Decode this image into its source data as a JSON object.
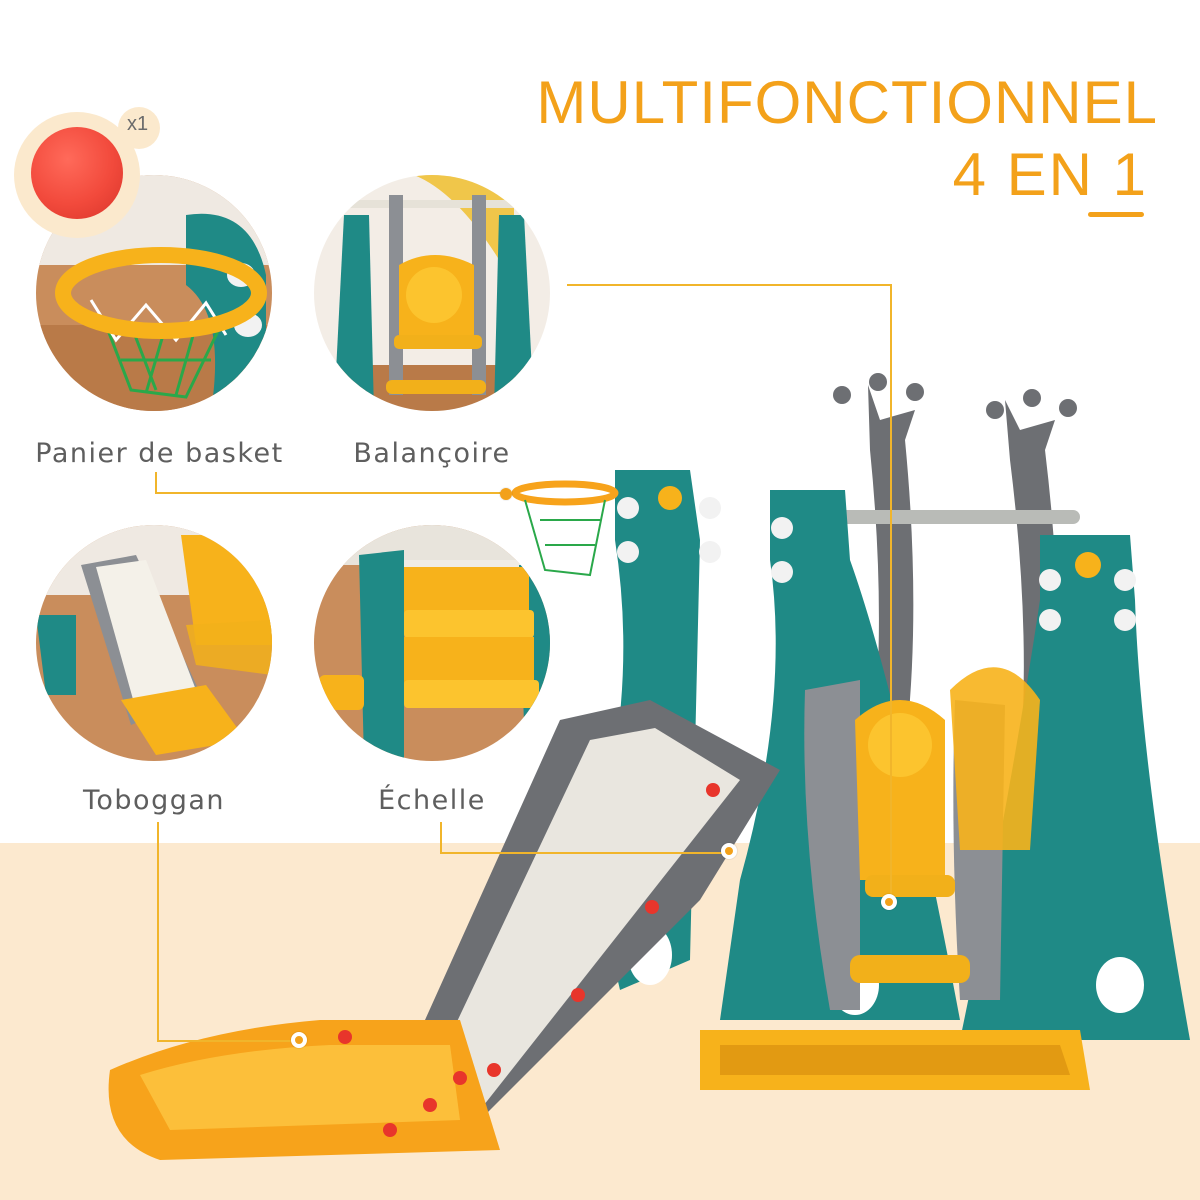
{
  "header": {
    "title_line1": "MULTIFONCTIONNEL",
    "title_line2": "4 EN 1"
  },
  "accessory": {
    "name": "ballon",
    "count_label": "x1",
    "icon": "red-ball-icon"
  },
  "features": [
    {
      "id": "basket",
      "label": "Panier de basket",
      "icon": "basketball-hoop-thumbnail"
    },
    {
      "id": "swing",
      "label": "Balançoire",
      "icon": "swing-seat-thumbnail"
    },
    {
      "id": "slide",
      "label": "Toboggan",
      "icon": "slide-thumbnail"
    },
    {
      "id": "ladder",
      "label": "Échelle",
      "icon": "ladder-steps-thumbnail"
    }
  ],
  "colors": {
    "accent_orange": "#f3a11a",
    "leader_line": "#f1b52b",
    "label_gray": "#5e5e5e",
    "floor_beige": "#fce9cf",
    "teal": "#1f8a86",
    "yellow": "#f7b21b",
    "gray_plastic": "#6d6f73",
    "ball_red": "#f24a3c"
  }
}
